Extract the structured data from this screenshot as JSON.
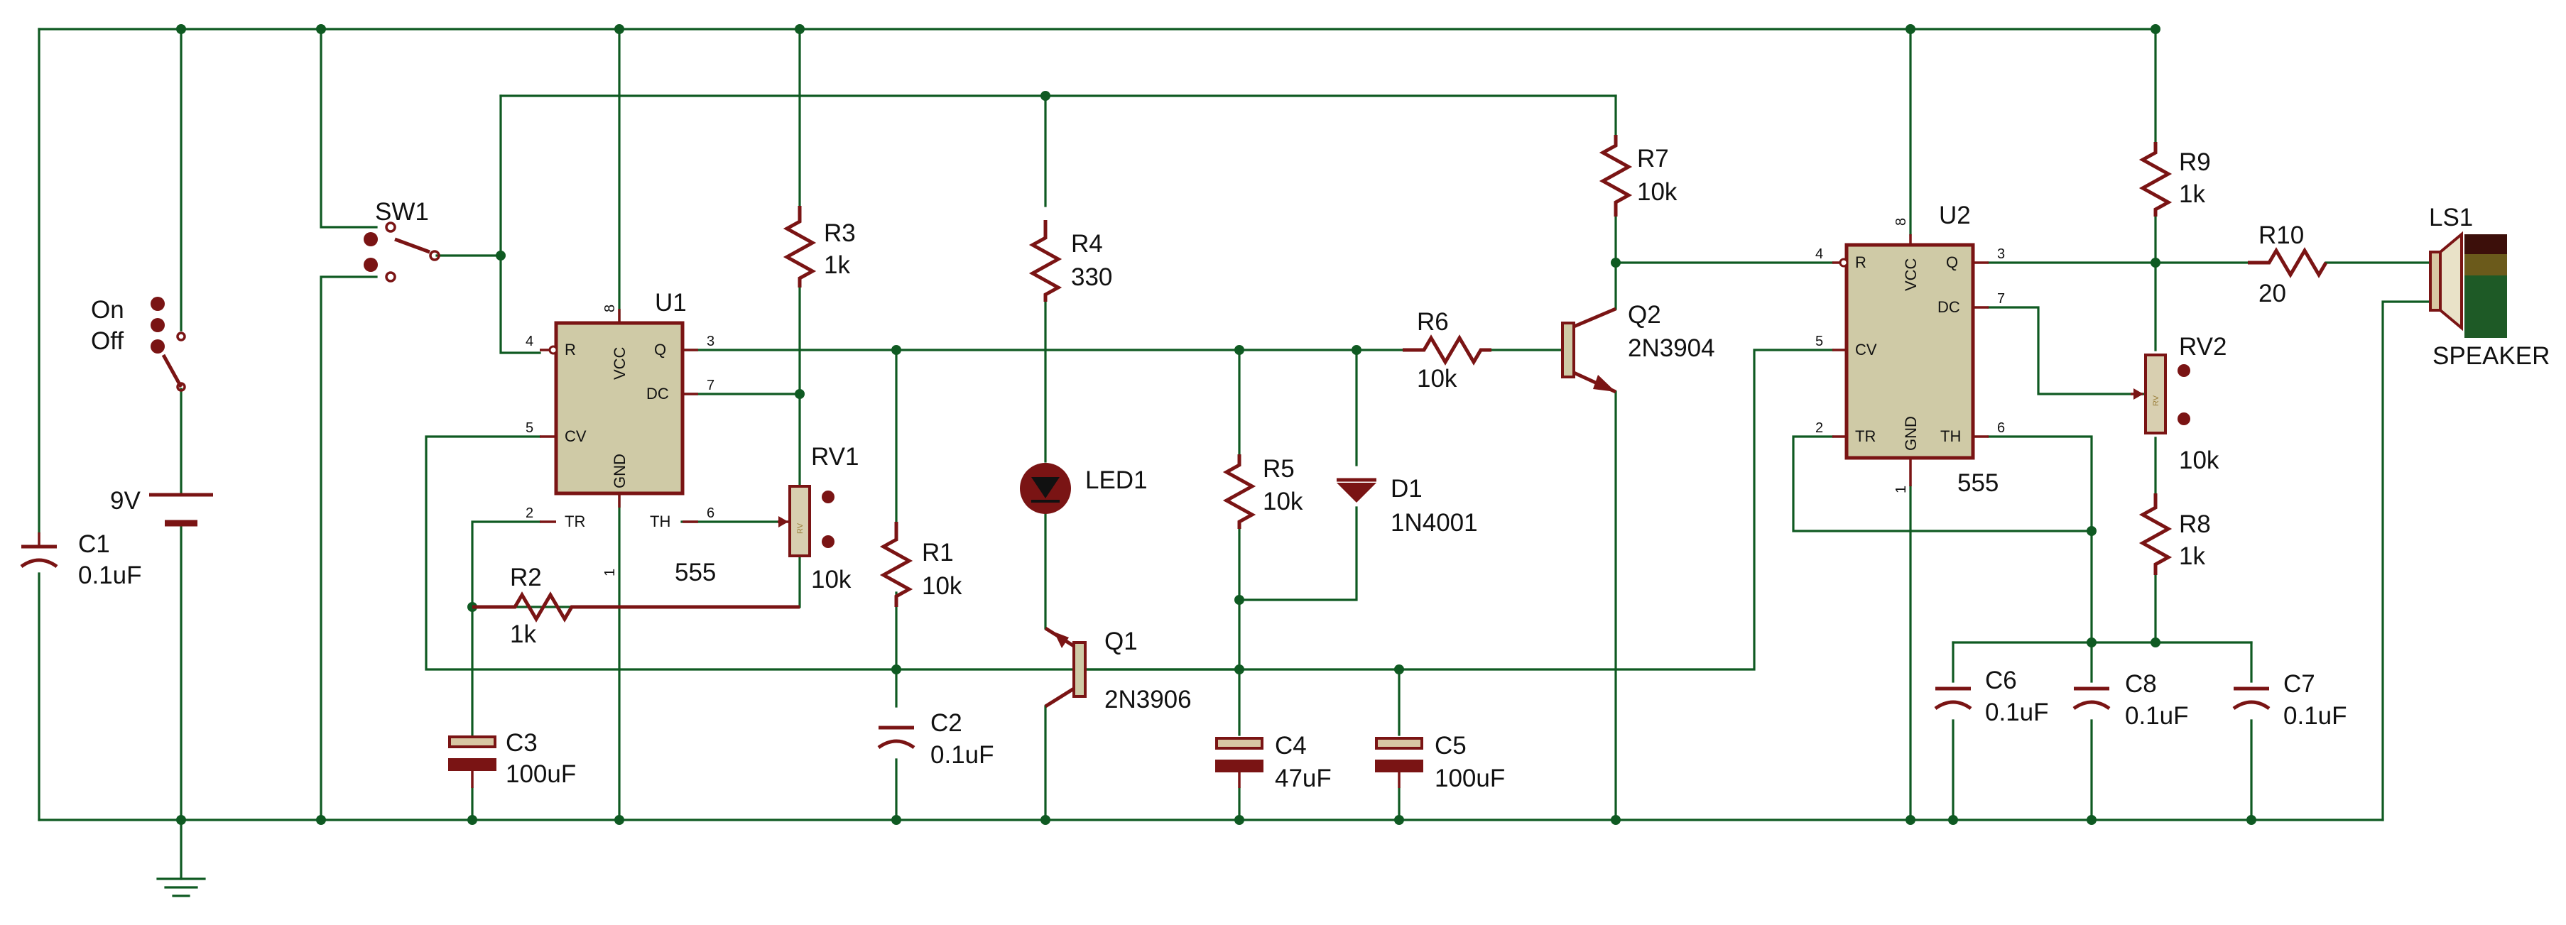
{
  "power": {
    "switch_on_label": "On",
    "switch_off_label": "Off",
    "battery_value": "9V"
  },
  "components": {
    "C1": {
      "ref": "C1",
      "value": "0.1uF"
    },
    "C2": {
      "ref": "C2",
      "value": "0.1uF"
    },
    "C3": {
      "ref": "C3",
      "value": "100uF"
    },
    "C4": {
      "ref": "C4",
      "value": "47uF"
    },
    "C5": {
      "ref": "C5",
      "value": "100uF"
    },
    "C6": {
      "ref": "C6",
      "value": "0.1uF"
    },
    "C7": {
      "ref": "C7",
      "value": "0.1uF"
    },
    "C8": {
      "ref": "C8",
      "value": "0.1uF"
    },
    "R1": {
      "ref": "R1",
      "value": "10k"
    },
    "R2": {
      "ref": "R2",
      "value": "1k"
    },
    "R3": {
      "ref": "R3",
      "value": "1k"
    },
    "R4": {
      "ref": "R4",
      "value": "330"
    },
    "R5": {
      "ref": "R5",
      "value": "10k"
    },
    "R6": {
      "ref": "R6",
      "value": "10k"
    },
    "R7": {
      "ref": "R7",
      "value": "10k"
    },
    "R8": {
      "ref": "R8",
      "value": "1k"
    },
    "R9": {
      "ref": "R9",
      "value": "1k"
    },
    "R10": {
      "ref": "R10",
      "value": "20"
    },
    "RV1": {
      "ref": "RV1",
      "value": "10k"
    },
    "RV2": {
      "ref": "RV2",
      "value": "10k"
    },
    "SW1": {
      "ref": "SW1"
    },
    "LED1": {
      "ref": "LED1"
    },
    "D1": {
      "ref": "D1",
      "value": "1N4001"
    },
    "Q1": {
      "ref": "Q1",
      "value": "2N3906"
    },
    "Q2": {
      "ref": "Q2",
      "value": "2N3904"
    },
    "LS1": {
      "ref": "LS1",
      "value": "SPEAKER"
    },
    "U1": {
      "ref": "U1",
      "value": "555"
    },
    "U2": {
      "ref": "U2",
      "value": "555"
    }
  },
  "ic_pins": {
    "R": "R",
    "VCC": "VCC",
    "Q": "Q",
    "DC": "DC",
    "CV": "CV",
    "TR": "TR",
    "GND": "GND",
    "TH": "TH",
    "n1": "1",
    "n2": "2",
    "n3": "3",
    "n4": "4",
    "n5": "5",
    "n6": "6",
    "n7": "7",
    "n8": "8"
  },
  "pot_marking": "RV",
  "colors": {
    "wire": "#0f5a22",
    "component": "#7a1414",
    "ic_body": "#cfcaa6",
    "text": "#111111"
  }
}
